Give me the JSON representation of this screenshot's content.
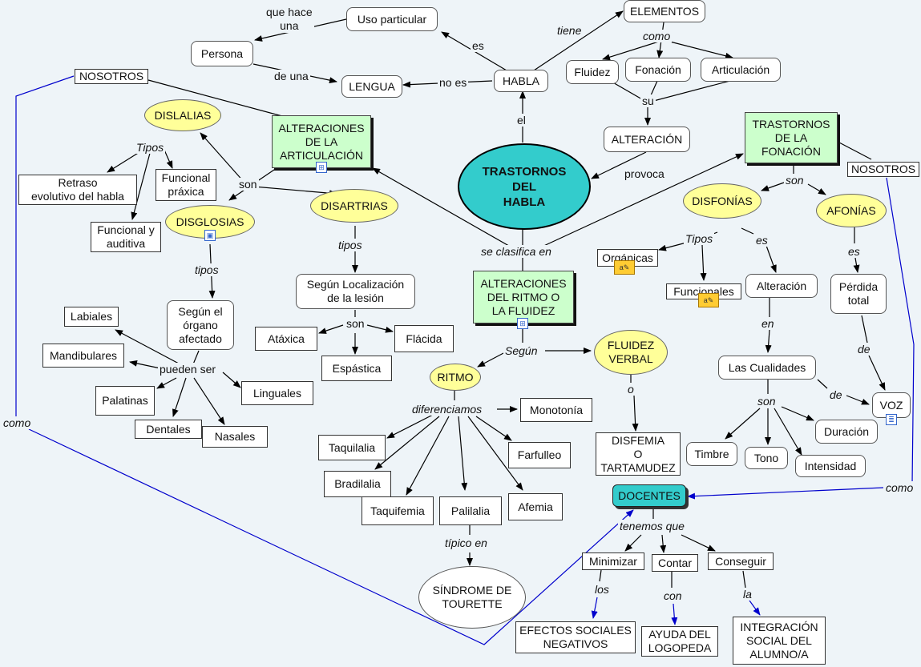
{
  "nodes": {
    "main": "TRASTORNOS\nDEL\nHABLA",
    "habla": "HABLA",
    "lengua": "LENGUA",
    "uso": "Uso particular",
    "persona": "Persona",
    "elementos": "ELEMENTOS",
    "fluidez": "Fluidez",
    "fonacion": "Fonación",
    "articulacion": "Articulación",
    "alteracion": "ALTERACIÓN",
    "nosotros_left": "NOSOTROS",
    "nosotros_right": "NOSOTROS",
    "alt_art": "ALTERACIONES\nDE LA\nARTICULACIÓN",
    "dislalias": "DISLALIAS",
    "retraso": "Retraso\nevolutivo del habla",
    "funcional_praxica": "Funcional\npráxica",
    "funcional_auditiva": "Funcional y\nauditiva",
    "disglosias": "DISGLOSIAS",
    "organo": "Según el\nórgano\nafectado",
    "labiales": "Labiales",
    "mandibulares": "Mandibulares",
    "palatinas": "Palatinas",
    "dentales": "Dentales",
    "nasales": "Nasales",
    "linguales": "Linguales",
    "disartrias": "DISARTRIAS",
    "localizacion": "Según Localización\nde la lesión",
    "ataxica": "Atáxica",
    "flacida": "Flácida",
    "espastica": "Espástica",
    "alt_ritmo": "ALTERACIONES\nDEL RITMO O\nLA FLUIDEZ",
    "ritmo": "RITMO",
    "monotonia": "Monotonía",
    "taquilalia": "Taquilalia",
    "bradilalia": "Bradilalia",
    "taquifemia": "Taquifemia",
    "palilalia": "Palilalia",
    "afemia": "Afemia",
    "farfulleo": "Farfulleo",
    "tourette": "SÍNDROME DE\nTOURETTE",
    "fluidez_verbal": "FLUIDEZ\nVERBAL",
    "disfemia": "DISFEMIA\nO\nTARTAMUDEZ",
    "trast_fon": "TRASTORNOS\nDE LA\nFONACIÓN",
    "disfonias": "DISFONÍAS",
    "afonias": "AFONÍAS",
    "organicas": "Orgánicas",
    "funcionales": "Funcionales",
    "alteracion2": "Alteración",
    "cualidades": "Las Cualidades",
    "perdida": "Pérdida\ntotal",
    "voz": "VOZ",
    "timbre": "Timbre",
    "tono": "Tono",
    "intensidad": "Intensidad",
    "duracion": "Duración",
    "docentes": "DOCENTES",
    "minimizar": "Minimizar",
    "contar": "Contar",
    "conseguir": "Conseguir",
    "efectos": "EFECTOS SOCIALES\nNEGATIVOS",
    "ayuda": "AYUDA DEL\nLOGOPEDA",
    "integracion": "INTEGRACIÓN\nSOCIAL DEL\nALUMNO/A"
  },
  "links": {
    "que_hace_una": "que hace\nuna",
    "es": "es",
    "de_una": "de una",
    "no_es": "no es",
    "tiene": "tiene",
    "como_top": "como",
    "su": "su",
    "provoca": "provoca",
    "el": "el",
    "se_clasifica": "se clasifica en",
    "tipos_dislalias": "Tipos",
    "son_art": "son",
    "tipos_disglosias": "tipos",
    "pueden_ser": "pueden ser",
    "tipos_disartrias": "tipos",
    "son_disartrias": "son",
    "segun": "Según",
    "diferenciamos": "diferenciamos",
    "tipico_en": "típico en",
    "o": "o",
    "son_fon": "son",
    "tipos_disfonias": "Tipos",
    "es_disfonias": "es",
    "es_afonias": "es",
    "en": "en",
    "de_perdida": "de",
    "son_cualidades": "son",
    "de_cualidades": "de",
    "como_left": "como",
    "como_right": "como",
    "tenemos_que": "tenemos que",
    "los": "los",
    "con": "con",
    "la": "la"
  },
  "colors": {
    "main": "#33cccc",
    "concept_green": "#ccffcc",
    "concept_yellow": "#ffff99",
    "line": "#000000",
    "cross_link": "#0000cc",
    "background": "#eef4f8"
  },
  "icons": {
    "submap": "submap-icon",
    "image": "image-icon",
    "note": "text-note-icon",
    "document": "document-icon"
  }
}
